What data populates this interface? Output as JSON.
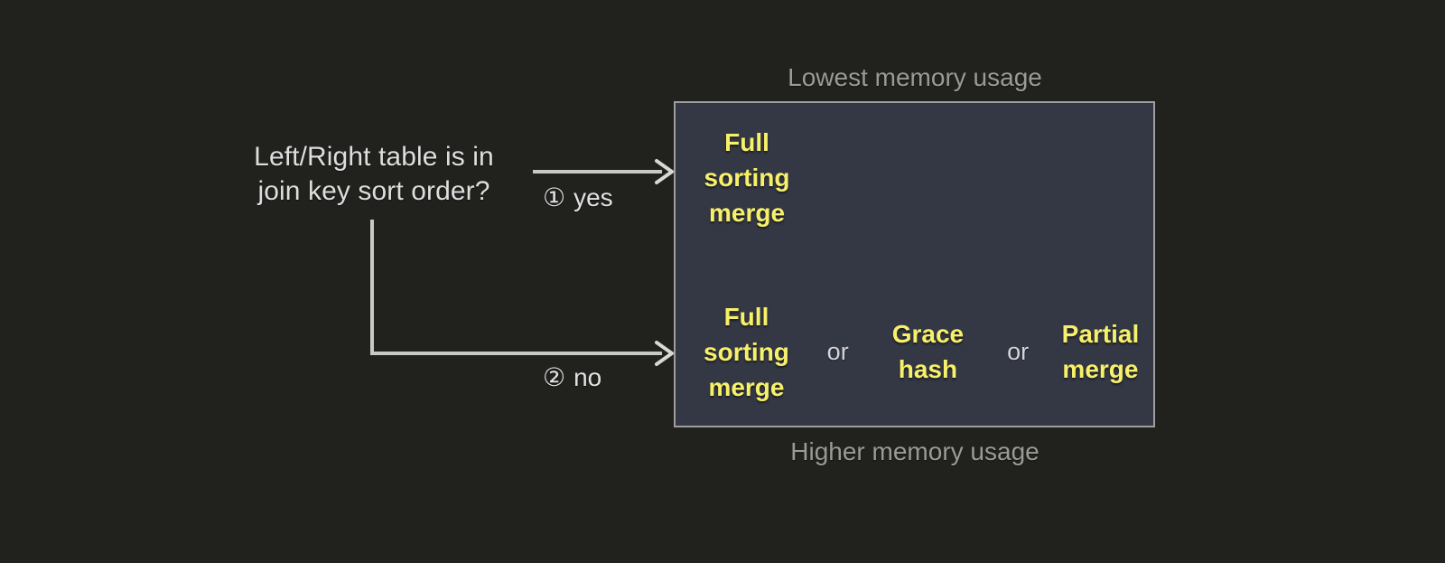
{
  "diagram": {
    "type": "decision-flow",
    "question": "Left/Right table is in\njoin key sort order?",
    "branches": [
      {
        "marker": "①",
        "label": "yes",
        "leads_to": "sorted-options"
      },
      {
        "marker": "②",
        "label": "no",
        "leads_to": "unsorted-options"
      }
    ],
    "box": {
      "caption_top": "Lowest memory usage",
      "caption_bottom": "Higher memory usage",
      "rows": [
        {
          "id": "sorted-options",
          "options": [
            "Full\nsorting\nmerge"
          ],
          "separators": []
        },
        {
          "id": "unsorted-options",
          "options": [
            "Full\nsorting\nmerge",
            "Grace\nhash",
            "Partial\nmerge"
          ],
          "separators": [
            "or",
            "or"
          ]
        }
      ]
    },
    "colors": {
      "background": "#21211e",
      "box_fill": "#343844",
      "box_border": "#9e9e9e",
      "option_text": "#f7f06a",
      "body_text": "#dedede",
      "caption_text": "#9a9a96",
      "connector": "#c8c8c4"
    }
  }
}
